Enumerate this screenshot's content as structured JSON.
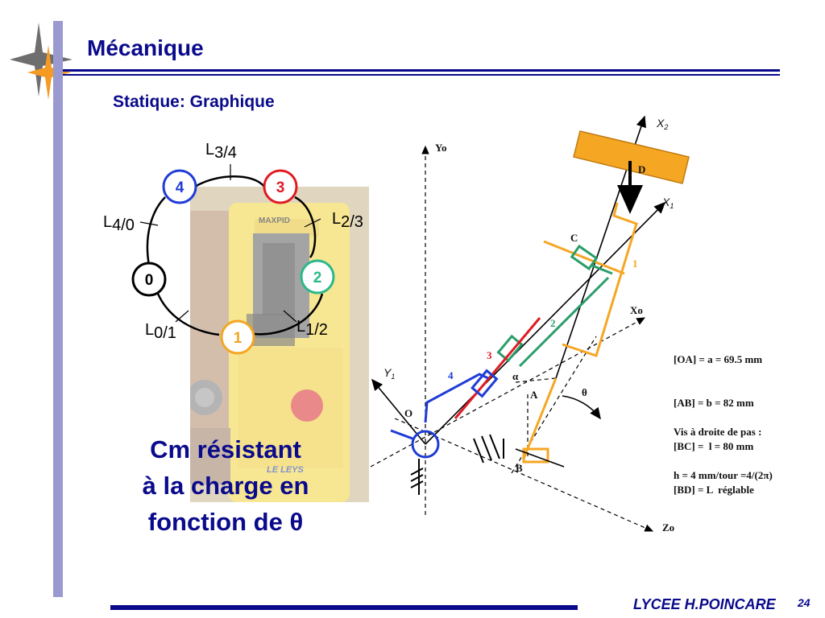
{
  "title": "Mécanique",
  "subtitle": "Statique: Graphique",
  "caption": {
    "line1": "Cm résistant",
    "line2": "à la charge en",
    "line3": "fonction de θ"
  },
  "footer": {
    "school": "LYCEE H.POINCARE",
    "page": "24"
  },
  "colors": {
    "title": "#0a0a8c",
    "part1": "#f5a623",
    "part2": "#2a9d6a",
    "part3": "#e01b24",
    "part4": "#1f3cd6"
  },
  "graph": {
    "nodes": [
      {
        "id": "0",
        "label": "0",
        "color": "#000000"
      },
      {
        "id": "1",
        "label": "1",
        "color": "#f5a623"
      },
      {
        "id": "2",
        "label": "2",
        "color": "#2ab98c"
      },
      {
        "id": "3",
        "label": "3",
        "color": "#e01b24"
      },
      {
        "id": "4",
        "label": "4",
        "color": "#1f3cd6"
      }
    ],
    "links": [
      {
        "base": "L",
        "sub": "3/4"
      },
      {
        "base": "L",
        "sub": "2/3"
      },
      {
        "base": "L",
        "sub": "4/0"
      },
      {
        "base": "L",
        "sub": "1/2"
      },
      {
        "base": "L",
        "sub": "0/1"
      }
    ]
  },
  "photo": {
    "brand": "MAXPID",
    "brand2": "LE LEYS"
  },
  "mechanism": {
    "axes": {
      "yo": "Yo",
      "xo": "Xo",
      "zo": "Zo",
      "x2": "X",
      "x2_sub": "2",
      "x1": "X",
      "x1_sub": "1",
      "y1": "Y",
      "y1_sub": "1"
    },
    "points": {
      "o": "O",
      "a": "A",
      "b": "B",
      "c": "C",
      "d": "D"
    },
    "parts": {
      "p1": "1",
      "p2": "2",
      "p3": "3",
      "p4": "4"
    },
    "angles": {
      "alpha": "α",
      "theta": "θ"
    },
    "specs": [
      "[OA] = a = 69.5 mm",
      "[AB] = b = 82 mm",
      "[BC] =  l = 80 mm",
      "[BD] = L  réglable"
    ],
    "screw": [
      "Vis à droite de pas :",
      "h = 4 mm/tour =4/(2π)"
    ]
  }
}
